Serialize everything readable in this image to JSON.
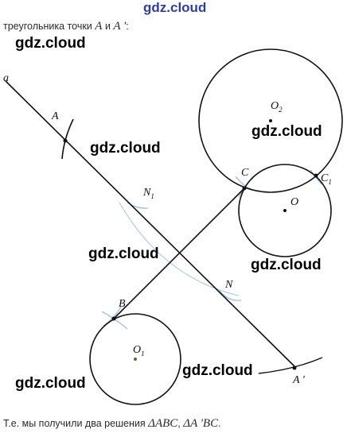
{
  "header": {
    "watermark": "gdz.cloud"
  },
  "intro": {
    "text": "треугольника точки",
    "point1": "A",
    "conj": "и",
    "point2": "A '",
    "end": ":"
  },
  "figure": {
    "labels": {
      "line": "a",
      "A": "A",
      "N1": "N",
      "N1_sub": "1",
      "N": "N",
      "B": "B",
      "C": "C",
      "C1": "C",
      "C1_sub": "1",
      "O": "O",
      "O1": "O",
      "O1_sub": "1",
      "O2": "O",
      "O2_sub": "2",
      "Aprime": "A '"
    }
  },
  "watermarks": [
    "gdz.cloud",
    "gdz.cloud",
    "gdz.cloud",
    "gdz.cloud",
    "gdz.cloud",
    "gdz.cloud",
    "gdz.cloud"
  ],
  "outro": {
    "text": "Т.е. мы получили два решения",
    "tri1": "ΔABC",
    "sep": ",",
    "tri2": "ΔA 'BC",
    "end": "."
  }
}
